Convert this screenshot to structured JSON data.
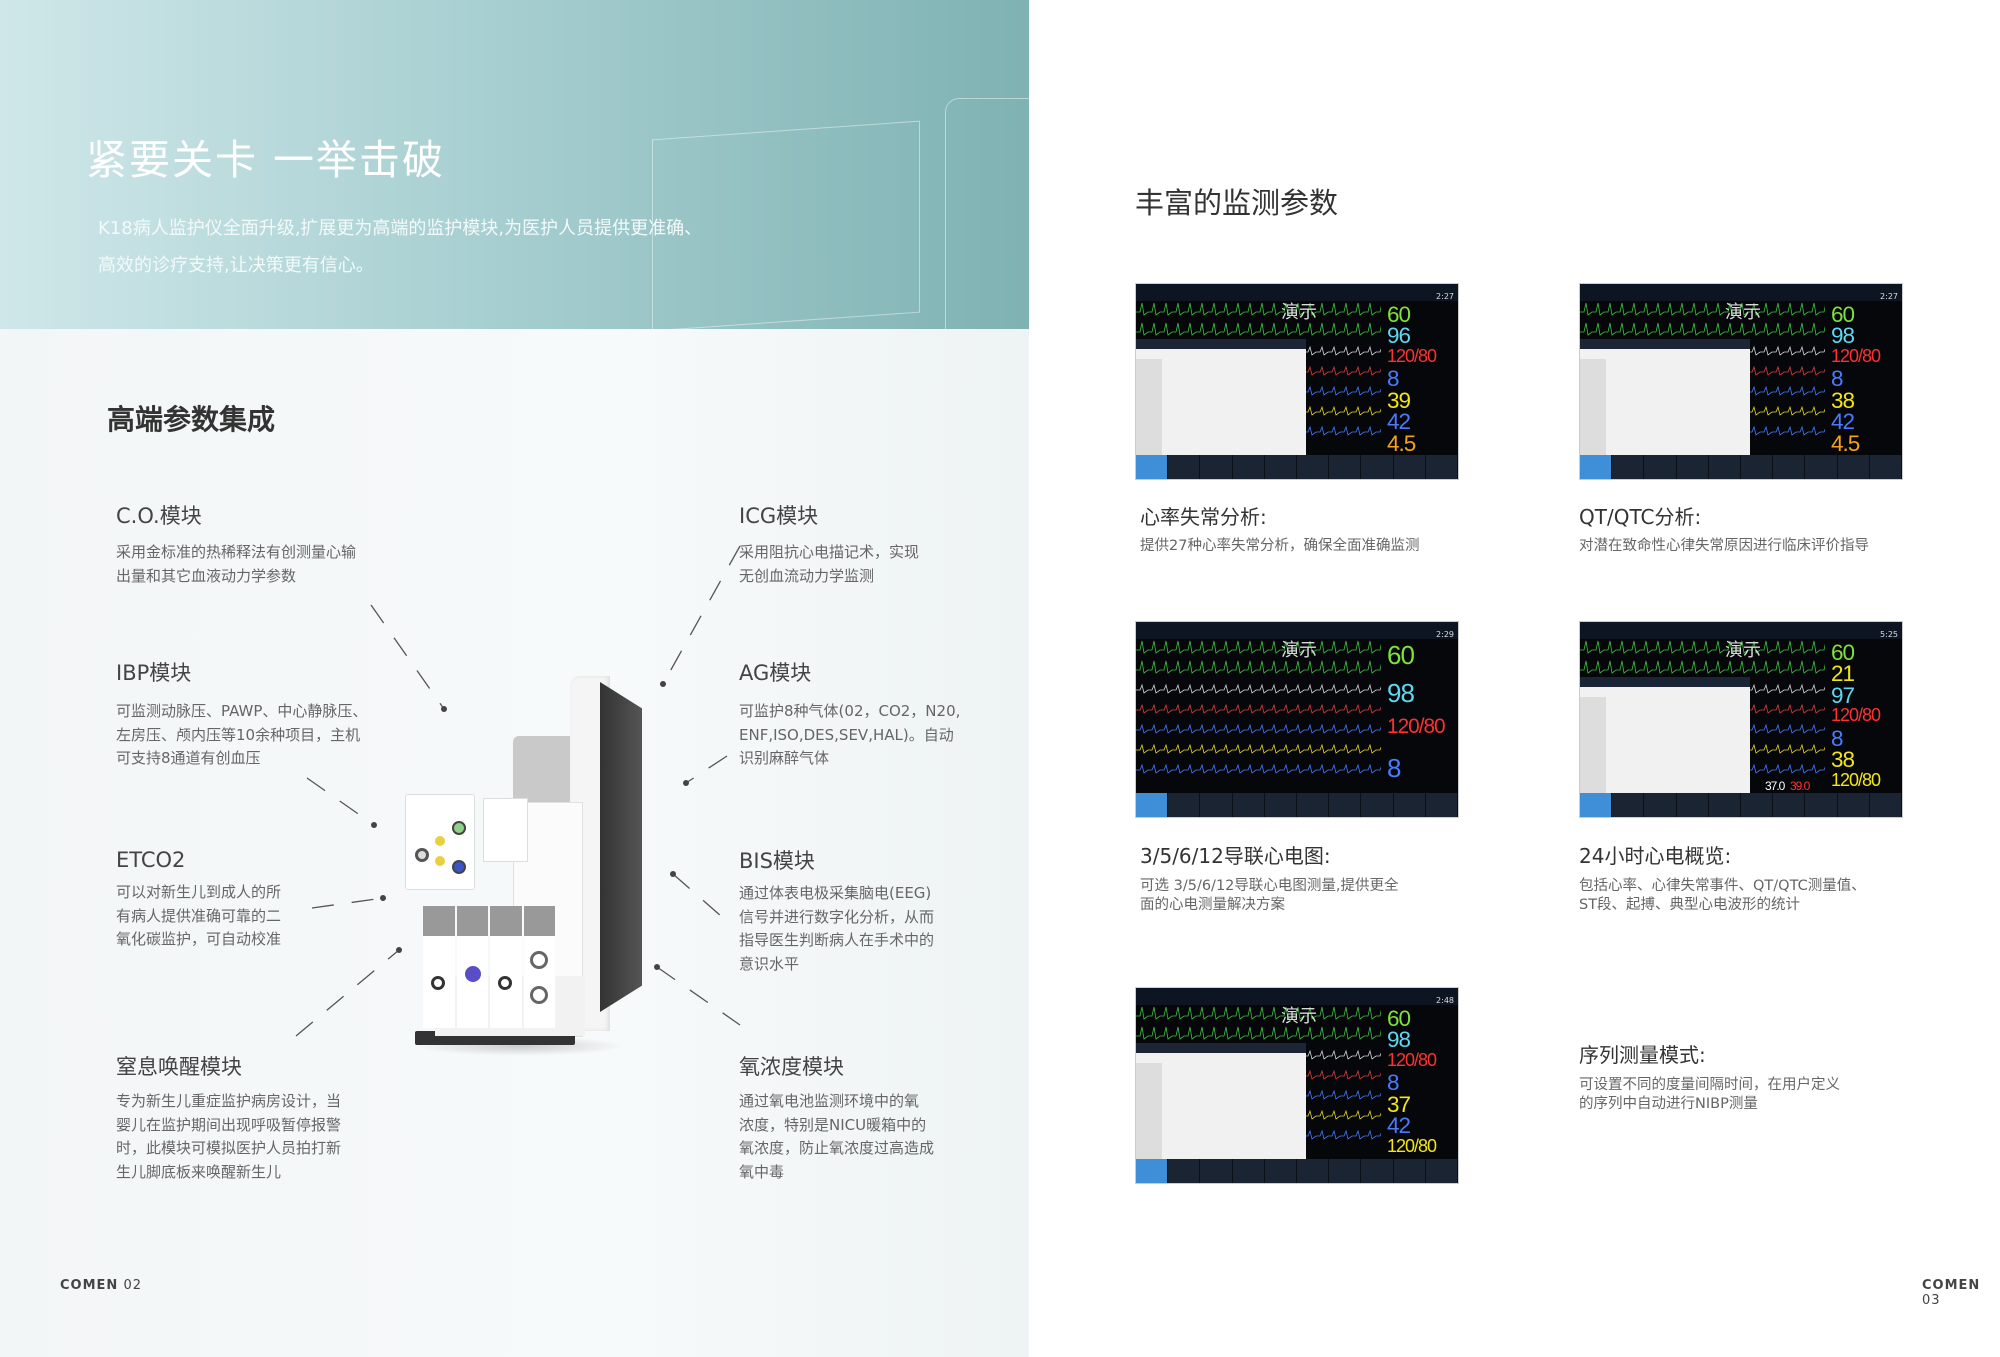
{
  "left_page": {
    "hero": {
      "title": "紧要关卡 一举击破",
      "lines": [
        "K18病人监护仪全面升级,扩展更为高端的监护模块,为医护人员提供更准确、",
        "高效的诊疗支持,让决策更有信心。"
      ]
    },
    "section_title": "高端参数集成",
    "modules": [
      {
        "title": "C.O.模块",
        "desc": "采用金标准的热稀释法有创测量心输\n出量和其它血液动力学参数"
      },
      {
        "title": "IBP模块",
        "desc": "可监测动脉压、PAWP、中心静脉压、\n左房压、颅内压等10余种项目，主机\n可支持8通道有创血压"
      },
      {
        "title": "ETCO2",
        "desc": "可以对新生儿到成人的所\n有病人提供准确可靠的二\n氧化碳监护，可自动校准"
      },
      {
        "title": "窒息唤醒模块",
        "desc": "专为新生儿重症监护病房设计，当\n婴儿在监护期间出现呼吸暂停报警\n时，此模块可模拟医护人员拍打新\n生儿脚底板来唤醒新生儿"
      },
      {
        "title": "ICG模块",
        "desc": "采用阻抗心电描记术，实现\n无创血流动力学监测"
      },
      {
        "title": "AG模块",
        "desc": "可监护8种气体(02，CO2，N20,\nENF,ISO,DES,SEV,HAL)。自动\n识别麻醉气体"
      },
      {
        "title": "BIS模块",
        "desc": "通过体表电极采集脑电(EEG)\n信号并进行数字化分析，从而\n指导医生判断病人在手术中的\n意识水平"
      },
      {
        "title": "氧浓度模块",
        "desc": "通过氧电池监测环境中的氧\n浓度，特别是NICU暖箱中的\n氧浓度，防止氧浓度过高造成\n氧中毒"
      }
    ],
    "footer": {
      "brand": "COMEN",
      "page": "02"
    }
  },
  "right_page": {
    "title": "丰富的监测参数",
    "features": [
      {
        "title": "心率失常分析:",
        "desc": "提供27种心率失常分析，确保全面准确监测"
      },
      {
        "title": "QT/QTC分析:",
        "desc": "对潜在致命性心律失常原因进行临床评价指导"
      },
      {
        "title": "3/5/6/12导联心电图:",
        "desc": "可选 3/5/6/12导联心电图测量,提供更全\n面的心电测量解决方案"
      },
      {
        "title": "24小时心电概览:",
        "desc": "包括心率、心律失常事件、QT/QTC测量值、\nST段、起搏、典型心电波形的统计"
      },
      {
        "title": "序列测量模式:",
        "desc": "可设置不同的度量间隔时间，在用户定义\n的序列中自动进行NIBP测量"
      }
    ],
    "monitors": [
      {
        "demo": "演示",
        "clock": "2:27",
        "dialog": true,
        "values": [
          [
            "60",
            "#7ee23a"
          ],
          [
            "96",
            "#5fd8f0"
          ],
          [
            "120/80",
            "#ff3030"
          ],
          [
            "8",
            "#4a7bff"
          ],
          [
            "39",
            "#f3e614"
          ],
          [
            "42",
            "#4a7bff"
          ],
          [
            "4.5",
            "#f7a21a"
          ]
        ]
      },
      {
        "demo": "演示",
        "clock": "2:27",
        "dialog": true,
        "values": [
          [
            "60",
            "#7ee23a"
          ],
          [
            "98",
            "#5fd8f0"
          ],
          [
            "120/80",
            "#ff3030"
          ],
          [
            "8",
            "#4a7bff"
          ],
          [
            "38",
            "#f3e614"
          ],
          [
            "42",
            "#4a7bff"
          ],
          [
            "4.5",
            "#f7a21a"
          ]
        ]
      },
      {
        "demo": "演示",
        "clock": "2:29",
        "dialog": false,
        "values": [
          [
            "60",
            "#7ee23a"
          ],
          [
            "98",
            "#5fd8f0"
          ],
          [
            "120/80",
            "#ff3030"
          ],
          [
            "8",
            "#4a7bff"
          ]
        ]
      },
      {
        "demo": "演示",
        "clock": "5:25",
        "dialog": true,
        "values": [
          [
            "60",
            "#7ee23a"
          ],
          [
            "21",
            "#f3e614"
          ],
          [
            "97",
            "#5fd8f0"
          ],
          [
            "120/80",
            "#ff3030"
          ],
          [
            "8",
            "#4a7bff"
          ],
          [
            "38",
            "#f3e614"
          ],
          [
            "120/80",
            "#f3e614"
          ]
        ],
        "temp": [
          "37.0",
          "39.0"
        ]
      },
      {
        "demo": "演示",
        "clock": "2:48",
        "dialog": true,
        "values": [
          [
            "60",
            "#7ee23a"
          ],
          [
            "98",
            "#5fd8f0"
          ],
          [
            "120/80",
            "#ff3030"
          ],
          [
            "8",
            "#4a7bff"
          ],
          [
            "37",
            "#f3e614"
          ],
          [
            "42",
            "#4a7bff"
          ],
          [
            "120/80",
            "#f3e614"
          ]
        ]
      }
    ],
    "footer": {
      "brand": "COMEN",
      "page": "03"
    }
  }
}
